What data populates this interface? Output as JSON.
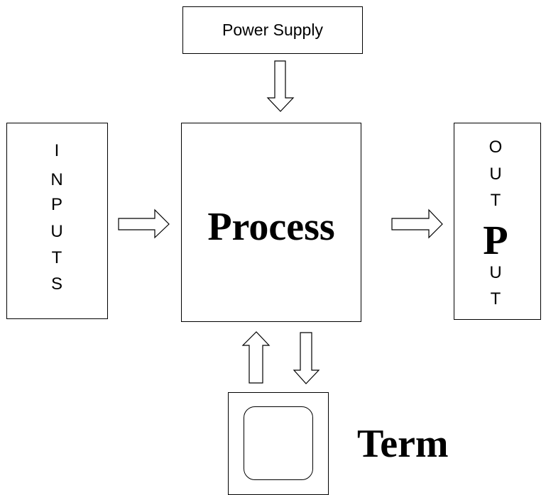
{
  "power_supply": {
    "label": "Power Supply"
  },
  "inputs": {
    "letters": [
      "I",
      "N",
      "P",
      "U",
      "T",
      "S"
    ]
  },
  "process": {
    "label": "Process"
  },
  "output": {
    "letters": [
      "O",
      "U",
      "T",
      "P",
      "U",
      "T"
    ]
  },
  "term": {
    "label": "Term"
  },
  "colors": {
    "stroke": "#000000",
    "background": "#ffffff"
  }
}
